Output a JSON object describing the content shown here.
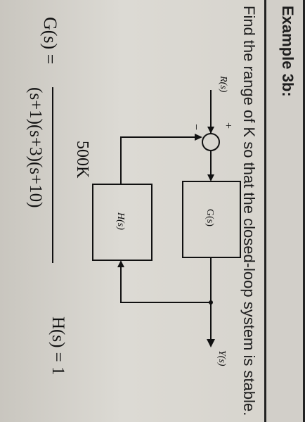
{
  "example": {
    "title": "Example 3b:"
  },
  "problem": {
    "text": "Find the range of K so that the closed-loop system is stable."
  },
  "diagram": {
    "input_label": "R(s)",
    "plus_sign": "+",
    "minus_sign": "−",
    "forward_block": "G(s)",
    "feedback_block": "H(s)",
    "output_label": "Y(s)"
  },
  "equations": {
    "g_lhs": "G(s) =",
    "g_numerator": "500K",
    "g_denominator": "(s+1)(s+3)(s+10)",
    "h": "H(s) = 1"
  }
}
